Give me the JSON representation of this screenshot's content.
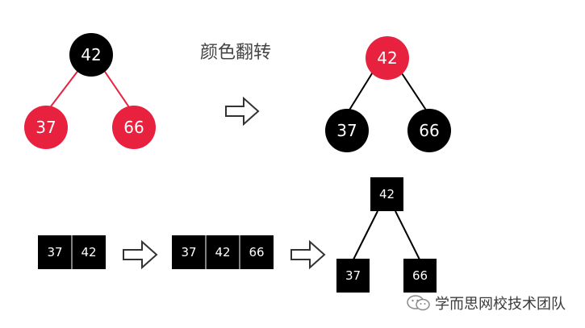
{
  "title": "颜色翻转",
  "colors": {
    "red": "#e8213f",
    "black": "#000000",
    "white": "#ffffff",
    "text": "#444444",
    "edge_red": "#e8213f",
    "edge_black": "#000000"
  },
  "tree_before": {
    "root": {
      "value": "42",
      "color": "black"
    },
    "left": {
      "value": "37",
      "color": "red"
    },
    "right": {
      "value": "66",
      "color": "red"
    }
  },
  "tree_after": {
    "root": {
      "value": "42",
      "color": "red"
    },
    "left": {
      "value": "37",
      "color": "black"
    },
    "right": {
      "value": "66",
      "color": "black"
    }
  },
  "btree": {
    "node_2": [
      "37",
      "42"
    ],
    "node_3": [
      "37",
      "42",
      "66"
    ],
    "split_root": "42",
    "split_left": "37",
    "split_right": "66"
  },
  "watermark": {
    "icon": "wechat-icon",
    "text": "学而思网校技术团队"
  }
}
